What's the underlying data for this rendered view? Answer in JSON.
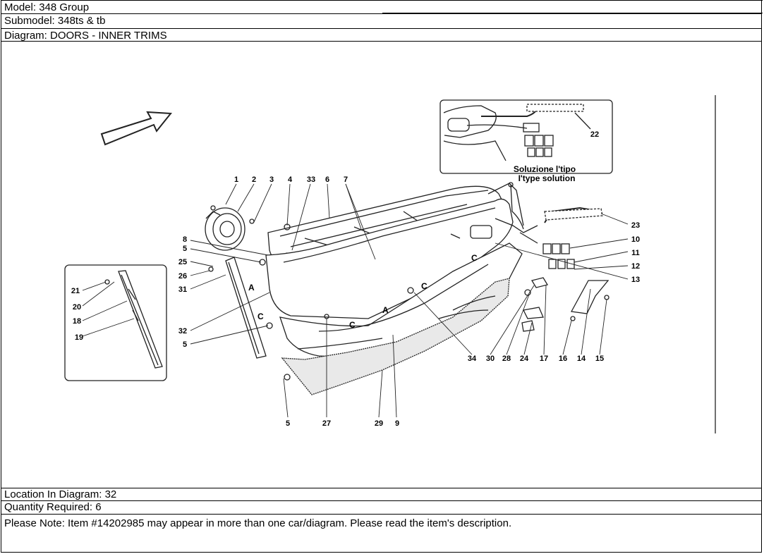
{
  "header": {
    "model_label": "Model: 348 Group",
    "submodel_label": "Submodel: 348ts & tb",
    "diagram_label": "Diagram: DOORS - INNER TRIMS"
  },
  "diagram": {
    "inset_caption_line1": "Soluzione l'tipo",
    "inset_caption_line2": "I'type solution",
    "callouts": [
      "1",
      "2",
      "3",
      "4",
      "33",
      "6",
      "7",
      "8",
      "5",
      "25",
      "26",
      "31",
      "32",
      "5",
      "21",
      "20",
      "18",
      "19",
      "22",
      "23",
      "10",
      "11",
      "12",
      "13",
      "34",
      "30",
      "28",
      "24",
      "17",
      "16",
      "14",
      "15",
      "5",
      "27",
      "29",
      "9"
    ],
    "section_letters": [
      "A",
      "A",
      "C",
      "C",
      "C",
      "C"
    ]
  },
  "footer": {
    "location_label": "Location In Diagram: 32",
    "quantity_label": "Quantity Required: 6",
    "note": "Please Note: Item #14202985 may appear in more than one car/diagram. Please read the item's description."
  }
}
